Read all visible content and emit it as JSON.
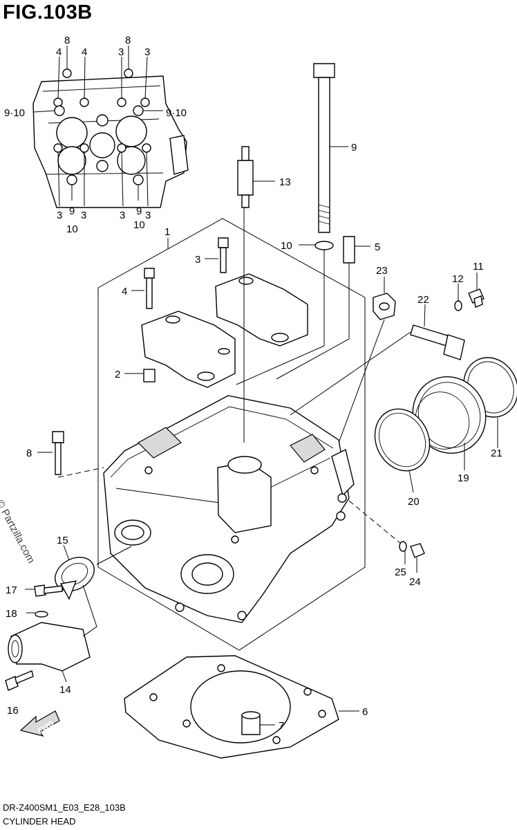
{
  "figure": {
    "title": "FIG.103B",
    "model_code": "DR-Z400SM1_E03_E28_103B",
    "caption": "CYLINDER HEAD",
    "watermark": "© Partzilla.com"
  },
  "callouts": {
    "c_8a": "8",
    "c_8b": "8",
    "c_4a": "4",
    "c_4b": "4",
    "c_3a": "3",
    "c_3b": "3",
    "c_910a": "9·10",
    "c_910b": "9·10",
    "c_3c": "3",
    "c_9a": "9",
    "c_3d": "3",
    "c_10a": "10",
    "c_3e": "3",
    "c_9b": "9",
    "c_3f": "3",
    "c_10b": "10",
    "c_1": "1",
    "c_2": "2",
    "c_3g": "3",
    "c_4c": "4",
    "c_5": "5",
    "c_6": "6",
    "c_7": "7",
    "c_8c": "8",
    "c_9c": "9",
    "c_10c": "10",
    "c_11": "11",
    "c_12": "12",
    "c_13": "13",
    "c_14": "14",
    "c_15": "15",
    "c_16": "16",
    "c_17": "17",
    "c_18": "18",
    "c_19": "19",
    "c_20": "20",
    "c_21": "21",
    "c_22": "22",
    "c_23": "23",
    "c_24": "24",
    "c_25": "25"
  },
  "fwd_label": "FWD"
}
